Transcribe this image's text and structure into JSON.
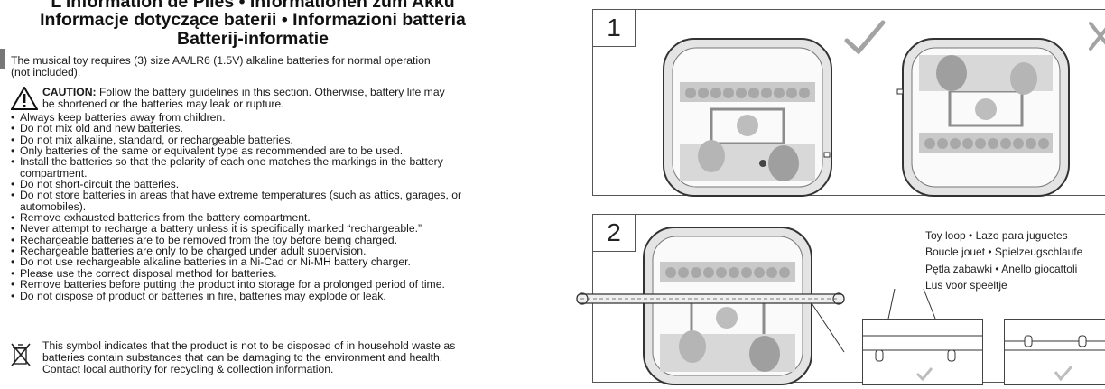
{
  "left": {
    "title_line1": "L'information de Piles • Informationen zum Akku",
    "title_line2": "Informacje dotyczące baterii • Informazioni batteria",
    "title_line3": "Batterij-informatie",
    "intro_line1": "The musical toy requires (3) size AA/LR6 (1.5V) alkaline batteries for normal operation",
    "intro_line2": "(not included).",
    "caution_label": "CAUTION:",
    "caution_text_line1": " Follow the battery guidelines in this section. Otherwise, battery life may",
    "caution_text_line2": "be shortened or the batteries may leak or rupture.",
    "bullets": [
      "Always keep batteries away from children.",
      "Do not mix old and new batteries.",
      "Do not mix alkaline, standard, or rechargeable batteries.",
      "Only batteries of the same or equivalent type as recommended are to be used.",
      "Install the batteries so that the polarity of each one matches the markings in the battery compartment.",
      "Do not short-circuit the batteries.",
      "Do not store batteries in areas that have extreme temperatures (such as attics, garages, or automobiles).",
      "Remove exhausted batteries from the battery compartment.",
      "Never attempt to recharge a battery unless it is specifically marked “rechargeable.”",
      "Rechargeable batteries are to be removed from the toy before being charged.",
      "Rechargeable batteries are only to be charged under adult supervision.",
      "Do not use rechargeable alkaline batteries in a Ni-Cad or Ni-MH battery charger.",
      "Please use the correct disposal method for batteries.",
      "Remove batteries before putting the product into storage for a prolonged period of time.",
      "Do not dispose of product or batteries in fire, batteries may explode or leak."
    ],
    "recycle_line1": "This symbol indicates that the product is not to be disposed of in household waste as",
    "recycle_line2": "batteries contain substances that can be damaging to the environment and health.",
    "recycle_line3": "Contact local authority for recycling & collection information."
  },
  "right": {
    "step1_number": "1",
    "step2_number": "2",
    "loop_labels": [
      "Toy loop • Lazo para juguetes",
      "Boucle jouet • Spielzeugschlaufe",
      "Pętla zabawki • Anello giocattoli",
      "Lus voor speeltje"
    ]
  },
  "colors": {
    "text": "#1a1a1a",
    "illustration_gray": "#9a9a9a",
    "illustration_light": "#d6d6d6",
    "check_mark": "#a0a0a0"
  },
  "icons": [
    "caution-triangle-icon",
    "crossed-bin-icon",
    "checkmark-icon",
    "cross-icon"
  ]
}
